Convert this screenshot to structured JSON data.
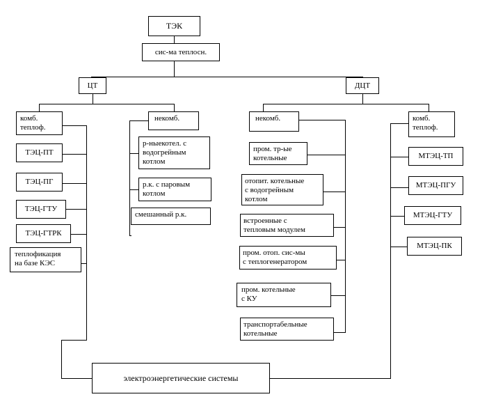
{
  "diagram": {
    "title_node": {
      "label": "ТЭК"
    },
    "subtitle_node": {
      "label": "сис-ма теплосн."
    },
    "branches": [
      {
        "id": "ct",
        "label": "ЦТ"
      },
      {
        "id": "dct",
        "label": "ДЦТ"
      }
    ],
    "groups": [
      {
        "id": "ct-komb",
        "label": "комб.\nтеплоф."
      },
      {
        "id": "ct-nekomb",
        "label": "некомб."
      },
      {
        "id": "dct-nekomb",
        "label": "некомб."
      },
      {
        "id": "dct-komb",
        "label": "комб.\nтеплоф."
      }
    ],
    "ct_komb_items": [
      {
        "label": "ТЭЦ-ПТ"
      },
      {
        "label": "ТЭЦ-ПГ"
      },
      {
        "label": "ТЭЦ-ГТУ"
      },
      {
        "label": "ТЭЦ-ГТРК"
      },
      {
        "label": "теплофикация\nна базе КЭС"
      }
    ],
    "ct_nekomb_items": [
      {
        "label": "р-ныекотел. с\nводогрейным\nкотлом"
      },
      {
        "label": "р.к. с паровым\nкотлом"
      },
      {
        "label": "смешанный р.к."
      }
    ],
    "dct_nekomb_items": [
      {
        "label": "пром. тр-ые\nкотельные"
      },
      {
        "label": "отопит. котельные\n с водогрейным\nкотлом"
      },
      {
        "label": "встроенные с\nтепловым модулем"
      },
      {
        "label": "пром. отоп. сис-мы\nс теплогенератором"
      },
      {
        "label": "пром. котельные\nс КУ"
      },
      {
        "label": "транспортабельные\n котельные"
      }
    ],
    "dct_komb_items": [
      {
        "label": "МТЭЦ-ТП"
      },
      {
        "label": "МТЭЦ-ПГУ"
      },
      {
        "label": "МТЭЦ-ГТУ"
      },
      {
        "label": "МТЭЦ-ПК"
      }
    ],
    "footer_node": {
      "label": "электроэнергетические системы"
    },
    "colors": {
      "line": "#000000",
      "box_fill": "#ffffff",
      "text": "#000000"
    }
  }
}
